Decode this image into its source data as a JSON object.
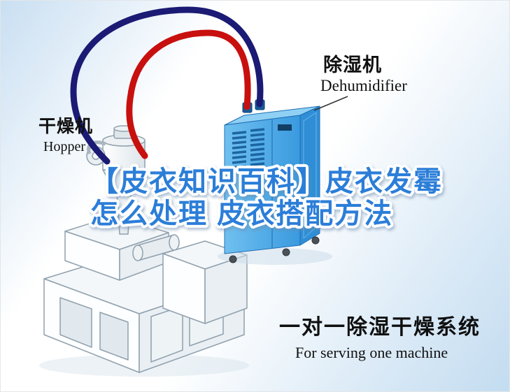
{
  "title_overlay": {
    "line1": "【皮衣知识百科】皮衣发霉",
    "line2": "怎么处理 皮衣搭配方法",
    "fill_color": "#2b7ed8",
    "outline_color": "#ffffff"
  },
  "dehumidifier": {
    "label_cn": "除湿机",
    "label_en": "Dehumidifier",
    "body_color": "#4aace7",
    "side_color": "#2f8ed6",
    "top_color": "#8fd0f4"
  },
  "hopper": {
    "label_cn": "干燥机",
    "label_en": "Hopper"
  },
  "caption": {
    "line_cn": "一对一除湿干燥系统",
    "line_en": "For serving one machine"
  },
  "pipes": {
    "supply_color": "#c8100e",
    "return_color": "#1b1a74"
  }
}
